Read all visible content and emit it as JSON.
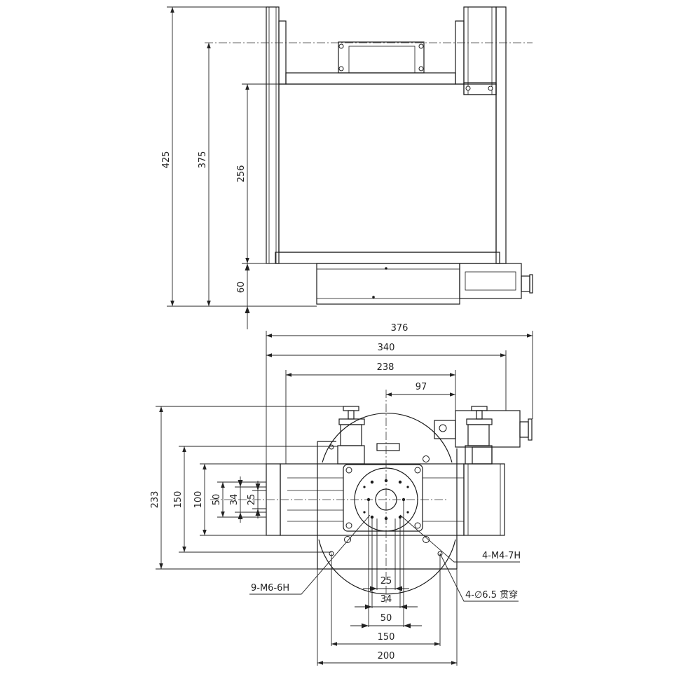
{
  "side_view": {
    "dims": {
      "total_height": "425",
      "to_centerline": "375",
      "frame_height": "256",
      "base_height": "60"
    }
  },
  "top_view": {
    "dims": {
      "width_376": "376",
      "width_340": "340",
      "width_238": "238",
      "offset_97": "97",
      "height_233": "233",
      "height_150": "150",
      "height_100": "100",
      "height_50": "50",
      "height_34": "34",
      "height_25": "25",
      "bottom_25": "25",
      "bottom_34": "34",
      "bottom_50": "50",
      "bottom_150": "150",
      "bottom_200": "200"
    },
    "callouts": {
      "m4_holes": "4-M4-7H",
      "m6_holes": "9-M6-6H",
      "through_holes": "4-∅6.5 贯穿"
    }
  }
}
